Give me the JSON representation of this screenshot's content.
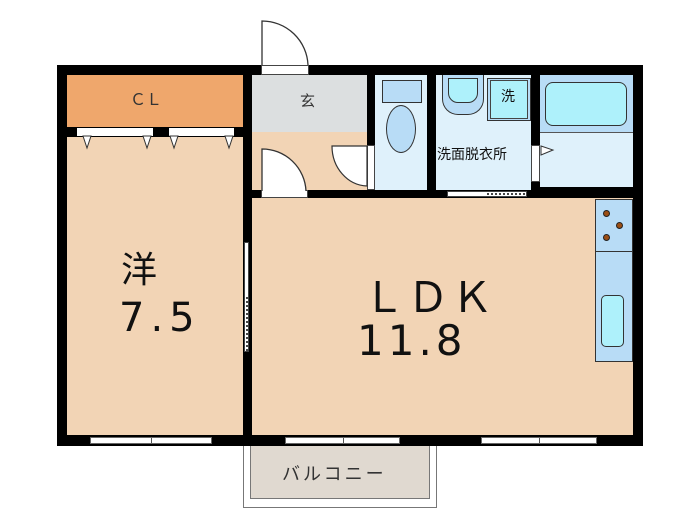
{
  "floor_plan": {
    "colors": {
      "wall": "#000000",
      "room_floor": "#f2d4b5",
      "closet": "#efa76c",
      "entry_tile": "#dcdfe0",
      "wet_area": "#dff1fb",
      "fixture_blue": "#b8dcf6",
      "fixture_cyan": "#aef1fb",
      "balcony": "#e0d9d0",
      "stove_burner": "#9b4e14"
    },
    "rooms": {
      "closet": {
        "label": "ＣＬ"
      },
      "entrance": {
        "label": "玄"
      },
      "washer": {
        "label": "洗"
      },
      "washroom": {
        "label": "洗面脱衣所"
      },
      "western_room": {
        "label": "洋",
        "size": "7.5"
      },
      "ldk": {
        "label": "ＬＤＫ",
        "size": "11.8"
      },
      "balcony": {
        "label": "バルコニー"
      }
    }
  }
}
